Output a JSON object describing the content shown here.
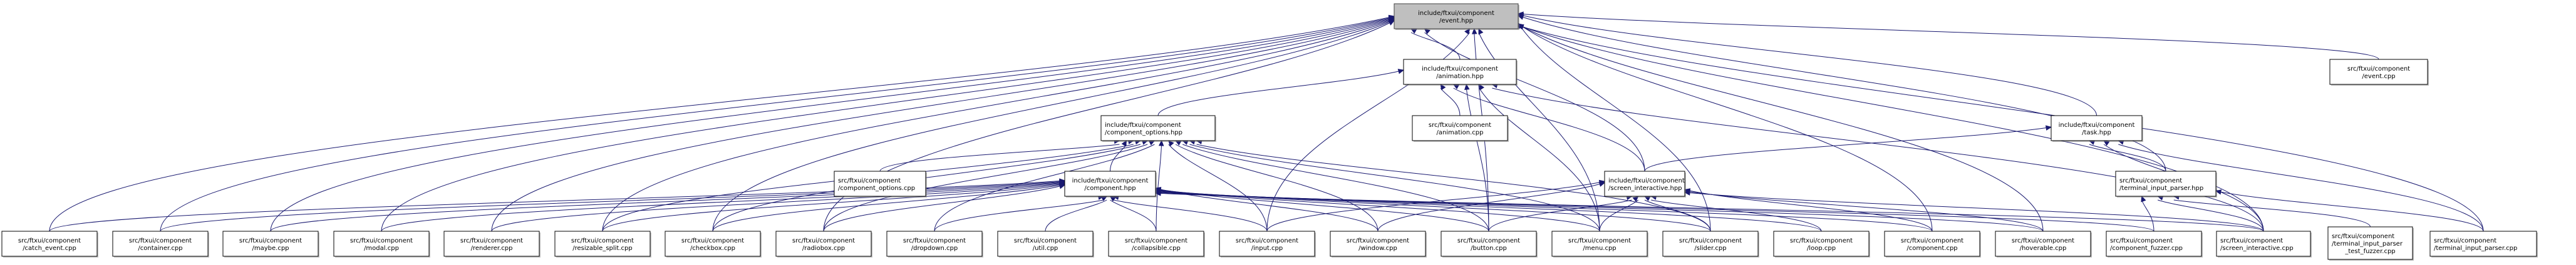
{
  "graph": {
    "title": "Dependency graph of include/ftxui/component/event.hpp",
    "edge_color": "#191970",
    "root_fill": "#bfbfbf",
    "node_fill": "#ffffff",
    "nodes": [
      {
        "id": "event_hpp",
        "lines": [
          "include/ftxui/component",
          "/event.hpp"
        ],
        "root": true,
        "align": "center"
      },
      {
        "id": "animation_hpp",
        "lines": [
          "include/ftxui/component",
          "/animation.hpp"
        ],
        "align": "center"
      },
      {
        "id": "event_cpp",
        "lines": [
          "src/ftxui/component",
          "/event.cpp"
        ],
        "align": "center"
      },
      {
        "id": "component_options_hpp",
        "lines": [
          "include/ftxui/component",
          "/component_options.hpp"
        ],
        "align": "left"
      },
      {
        "id": "animation_cpp",
        "lines": [
          "src/ftxui/component",
          "/animation.cpp"
        ],
        "align": "center"
      },
      {
        "id": "task_hpp",
        "lines": [
          "include/ftxui/component",
          "/task.hpp"
        ],
        "align": "center"
      },
      {
        "id": "component_options_cpp",
        "lines": [
          "src/ftxui/component",
          "/component_options.cpp"
        ],
        "align": "left"
      },
      {
        "id": "component_hpp",
        "lines": [
          "include/ftxui/component",
          "/component.hpp"
        ],
        "align": "center"
      },
      {
        "id": "screen_interactive_hpp",
        "lines": [
          "include/ftxui/component",
          "/screen_interactive.hpp"
        ],
        "align": "left"
      },
      {
        "id": "terminal_input_parser_hpp",
        "lines": [
          "src/ftxui/component",
          "/terminal_input_parser.hpp"
        ],
        "align": "left"
      },
      {
        "id": "catch_event_cpp",
        "lines": [
          "src/ftxui/component",
          "/catch_event.cpp"
        ],
        "align": "center"
      },
      {
        "id": "container_cpp",
        "lines": [
          "src/ftxui/component",
          "/container.cpp"
        ],
        "align": "center"
      },
      {
        "id": "maybe_cpp",
        "lines": [
          "src/ftxui/component",
          "/maybe.cpp"
        ],
        "align": "center"
      },
      {
        "id": "modal_cpp",
        "lines": [
          "src/ftxui/component",
          "/modal.cpp"
        ],
        "align": "center"
      },
      {
        "id": "renderer_cpp",
        "lines": [
          "src/ftxui/component",
          "/renderer.cpp"
        ],
        "align": "center"
      },
      {
        "id": "resizable_split_cpp",
        "lines": [
          "src/ftxui/component",
          "/resizable_split.cpp"
        ],
        "align": "center"
      },
      {
        "id": "checkbox_cpp",
        "lines": [
          "src/ftxui/component",
          "/checkbox.cpp"
        ],
        "align": "center"
      },
      {
        "id": "radiobox_cpp",
        "lines": [
          "src/ftxui/component",
          "/radiobox.cpp"
        ],
        "align": "center"
      },
      {
        "id": "dropdown_cpp",
        "lines": [
          "src/ftxui/component",
          "/dropdown.cpp"
        ],
        "align": "center"
      },
      {
        "id": "util_cpp",
        "lines": [
          "src/ftxui/component",
          "/util.cpp"
        ],
        "align": "center"
      },
      {
        "id": "collapsible_cpp",
        "lines": [
          "src/ftxui/component",
          "/collapsible.cpp"
        ],
        "align": "center"
      },
      {
        "id": "input_cpp",
        "lines": [
          "src/ftxui/component",
          "/input.cpp"
        ],
        "align": "center"
      },
      {
        "id": "window_cpp",
        "lines": [
          "src/ftxui/component",
          "/window.cpp"
        ],
        "align": "center"
      },
      {
        "id": "button_cpp",
        "lines": [
          "src/ftxui/component",
          "/button.cpp"
        ],
        "align": "center"
      },
      {
        "id": "menu_cpp",
        "lines": [
          "src/ftxui/component",
          "/menu.cpp"
        ],
        "align": "center"
      },
      {
        "id": "slider_cpp",
        "lines": [
          "src/ftxui/component",
          "/slider.cpp"
        ],
        "align": "center"
      },
      {
        "id": "loop_cpp",
        "lines": [
          "src/ftxui/component",
          "/loop.cpp"
        ],
        "align": "center"
      },
      {
        "id": "component_cpp",
        "lines": [
          "src/ftxui/component",
          "/component.cpp"
        ],
        "align": "center"
      },
      {
        "id": "hoverable_cpp",
        "lines": [
          "src/ftxui/component",
          "/hoverable.cpp"
        ],
        "align": "center"
      },
      {
        "id": "component_fuzzer_cpp",
        "lines": [
          "src/ftxui/component",
          "/component_fuzzer.cpp"
        ],
        "align": "left"
      },
      {
        "id": "screen_interactive_cpp",
        "lines": [
          "src/ftxui/component",
          "/screen_interactive.cpp"
        ],
        "align": "left"
      },
      {
        "id": "terminal_input_parser_test_fuzzer_cpp",
        "lines": [
          "src/ftxui/component",
          "/terminal_input_parser",
          "_test_fuzzer.cpp"
        ],
        "align": "left"
      },
      {
        "id": "terminal_input_parser_cpp",
        "lines": [
          "src/ftxui/component",
          "/terminal_input_parser.cpp"
        ],
        "align": "left"
      }
    ],
    "edges": [
      [
        "animation_hpp",
        "event_hpp"
      ],
      [
        "event_cpp",
        "event_hpp"
      ],
      [
        "component_options_hpp",
        "animation_hpp"
      ],
      [
        "animation_cpp",
        "animation_hpp"
      ],
      [
        "task_hpp",
        "event_hpp"
      ],
      [
        "component_options_cpp",
        "component_options_hpp"
      ],
      [
        "component_hpp",
        "component_options_hpp"
      ],
      [
        "screen_interactive_hpp",
        "event_hpp"
      ],
      [
        "screen_interactive_hpp",
        "animation_hpp"
      ],
      [
        "screen_interactive_hpp",
        "task_hpp"
      ],
      [
        "terminal_input_parser_hpp",
        "event_hpp"
      ],
      [
        "terminal_input_parser_hpp",
        "task_hpp"
      ],
      [
        "catch_event_cpp",
        "event_hpp"
      ],
      [
        "catch_event_cpp",
        "component_hpp"
      ],
      [
        "container_cpp",
        "event_hpp"
      ],
      [
        "container_cpp",
        "component_hpp"
      ],
      [
        "maybe_cpp",
        "event_hpp"
      ],
      [
        "maybe_cpp",
        "component_hpp"
      ],
      [
        "modal_cpp",
        "event_hpp"
      ],
      [
        "modal_cpp",
        "component_hpp"
      ],
      [
        "renderer_cpp",
        "event_hpp"
      ],
      [
        "renderer_cpp",
        "component_hpp"
      ],
      [
        "resizable_split_cpp",
        "event_hpp"
      ],
      [
        "resizable_split_cpp",
        "component_hpp"
      ],
      [
        "resizable_split_cpp",
        "component_options_hpp"
      ],
      [
        "checkbox_cpp",
        "event_hpp"
      ],
      [
        "checkbox_cpp",
        "component_hpp"
      ],
      [
        "checkbox_cpp",
        "component_options_hpp"
      ],
      [
        "radiobox_cpp",
        "event_hpp"
      ],
      [
        "radiobox_cpp",
        "component_hpp"
      ],
      [
        "radiobox_cpp",
        "component_options_hpp"
      ],
      [
        "dropdown_cpp",
        "component_hpp"
      ],
      [
        "dropdown_cpp",
        "component_options_hpp"
      ],
      [
        "util_cpp",
        "component_hpp"
      ],
      [
        "collapsible_cpp",
        "component_hpp"
      ],
      [
        "collapsible_cpp",
        "component_options_hpp"
      ],
      [
        "input_cpp",
        "event_hpp"
      ],
      [
        "input_cpp",
        "component_hpp"
      ],
      [
        "input_cpp",
        "component_options_hpp"
      ],
      [
        "input_cpp",
        "screen_interactive_hpp"
      ],
      [
        "window_cpp",
        "component_hpp"
      ],
      [
        "window_cpp",
        "component_options_hpp"
      ],
      [
        "window_cpp",
        "screen_interactive_hpp"
      ],
      [
        "button_cpp",
        "event_hpp"
      ],
      [
        "button_cpp",
        "animation_hpp"
      ],
      [
        "button_cpp",
        "component_hpp"
      ],
      [
        "button_cpp",
        "component_options_hpp"
      ],
      [
        "button_cpp",
        "screen_interactive_hpp"
      ],
      [
        "menu_cpp",
        "event_hpp"
      ],
      [
        "menu_cpp",
        "animation_hpp"
      ],
      [
        "menu_cpp",
        "component_hpp"
      ],
      [
        "menu_cpp",
        "component_options_hpp"
      ],
      [
        "menu_cpp",
        "screen_interactive_hpp"
      ],
      [
        "slider_cpp",
        "event_hpp"
      ],
      [
        "slider_cpp",
        "component_hpp"
      ],
      [
        "slider_cpp",
        "component_options_hpp"
      ],
      [
        "slider_cpp",
        "screen_interactive_hpp"
      ],
      [
        "loop_cpp",
        "component_hpp"
      ],
      [
        "loop_cpp",
        "screen_interactive_hpp"
      ],
      [
        "component_cpp",
        "event_hpp"
      ],
      [
        "component_cpp",
        "component_hpp"
      ],
      [
        "component_cpp",
        "screen_interactive_hpp"
      ],
      [
        "hoverable_cpp",
        "event_hpp"
      ],
      [
        "hoverable_cpp",
        "component_hpp"
      ],
      [
        "hoverable_cpp",
        "screen_interactive_hpp"
      ],
      [
        "component_fuzzer_cpp",
        "component_hpp"
      ],
      [
        "component_fuzzer_cpp",
        "terminal_input_parser_hpp"
      ],
      [
        "screen_interactive_cpp",
        "event_hpp"
      ],
      [
        "screen_interactive_cpp",
        "animation_hpp"
      ],
      [
        "screen_interactive_cpp",
        "component_hpp"
      ],
      [
        "screen_interactive_cpp",
        "screen_interactive_hpp"
      ],
      [
        "screen_interactive_cpp",
        "task_hpp"
      ],
      [
        "screen_interactive_cpp",
        "terminal_input_parser_hpp"
      ],
      [
        "terminal_input_parser_test_fuzzer_cpp",
        "terminal_input_parser_hpp"
      ],
      [
        "terminal_input_parser_cpp",
        "event_hpp"
      ],
      [
        "terminal_input_parser_cpp",
        "task_hpp"
      ],
      [
        "terminal_input_parser_cpp",
        "terminal_input_parser_hpp"
      ]
    ]
  }
}
